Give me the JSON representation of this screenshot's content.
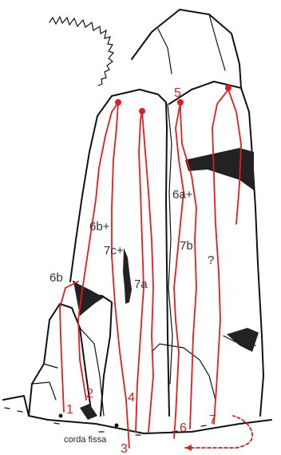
{
  "route_numbers": [
    "1",
    "2",
    "3",
    "4",
    "5",
    "6",
    "7"
  ],
  "grades": [
    "6b",
    "6b+",
    "7c+",
    "7a",
    "6a+",
    "7b",
    "?"
  ],
  "fixed_rope_label": "corda fissa",
  "colors": {
    "route": "#e01e1e",
    "rock": "#111111"
  }
}
